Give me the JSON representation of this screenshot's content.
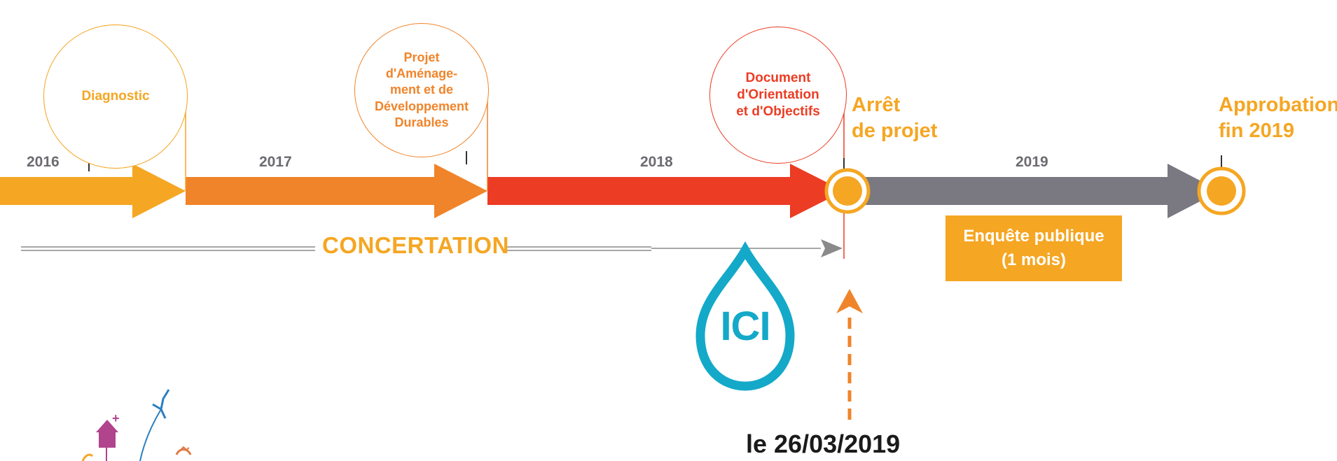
{
  "phases": [
    {
      "year": "2016",
      "circle_label": "Diagnostic",
      "color": "#f5a623"
    },
    {
      "year": "2017",
      "circle_label": "Projet d'Aménage- ment et de Développement Durables",
      "color": "#f0842a"
    },
    {
      "year": "2018",
      "circle_label": "Document d'Orientation et d'Objectifs",
      "color": "#ec3c24"
    },
    {
      "year": "2019",
      "color": "#7a7880"
    }
  ],
  "circles": {
    "diagnostic": [
      "Diagnostic"
    ],
    "padd": [
      "Projet",
      "d'Aménage-",
      "ment et de",
      "Développement",
      "Durables"
    ],
    "doo": [
      "Document",
      "d'Orientation",
      "et d'Objectifs"
    ]
  },
  "milestones": {
    "arret_line1": "Arrêt",
    "arret_line2": "de projet",
    "approbation_line1": "Approbation",
    "approbation_line2": "fin 2019"
  },
  "concertation": "CONCERTATION",
  "enquete": {
    "line1": "Enquête publique",
    "line2": "(1 mois)"
  },
  "ici": "ICI",
  "date": "le 26/03/2019",
  "colors": {
    "yellow": "#f5a623",
    "orange": "#f0842a",
    "red": "#ec3c24",
    "grey": "#7a7880",
    "teal": "#14a9c8",
    "concertation_grey": "#8a8a8a"
  }
}
